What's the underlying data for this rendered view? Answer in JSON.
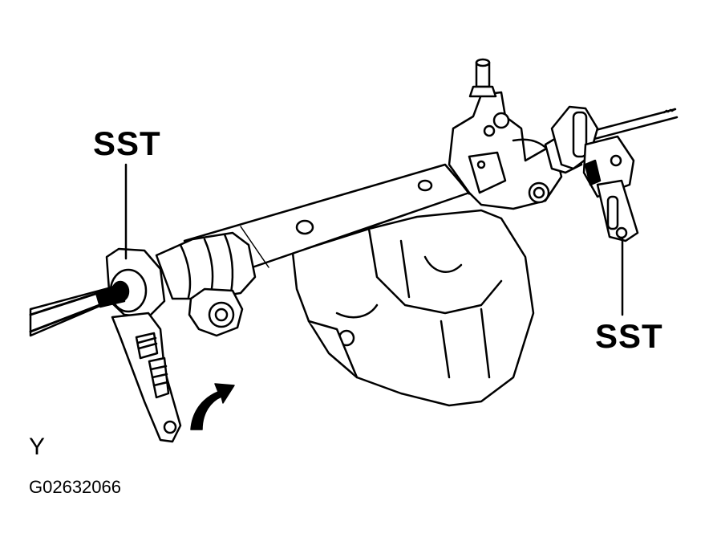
{
  "labels": {
    "sst_left": "SST",
    "sst_right": "SST",
    "corner_letter": "Y",
    "figure_code": "G02632066"
  },
  "icons": {
    "arrow": "curved-arrow-icon",
    "tool": "wrench-icon"
  },
  "colors": {
    "line": "#000000",
    "background": "#ffffff"
  }
}
